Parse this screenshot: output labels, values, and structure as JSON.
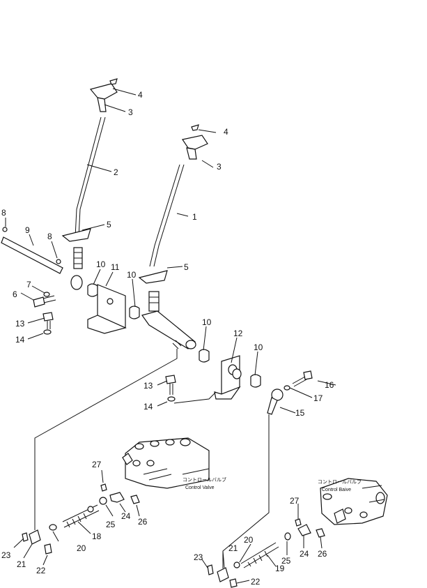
{
  "callouts": [
    "1",
    "2",
    "3",
    "4",
    "5",
    "6",
    "7",
    "8",
    "9",
    "10",
    "11",
    "12",
    "13",
    "14",
    "15",
    "16",
    "17",
    "18",
    "19",
    "20",
    "21",
    "22",
    "23",
    "24",
    "25",
    "26",
    "27"
  ],
  "valve_left": {
    "jp": "コントロールバルブ",
    "en": "Control Valve"
  },
  "valve_right": {
    "jp": "コントロールバルブ",
    "en": "Control Baive"
  }
}
